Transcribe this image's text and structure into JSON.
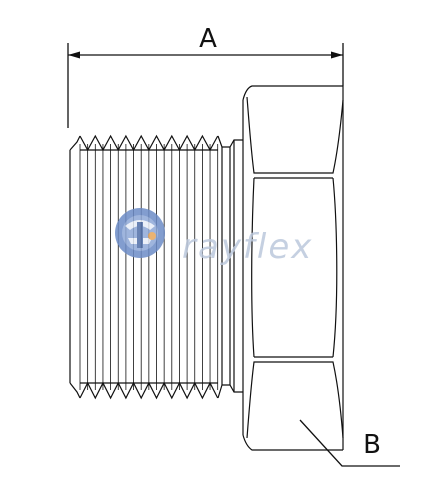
{
  "dimensions": {
    "a_label": "A",
    "b_label": "B"
  },
  "watermark": {
    "brand_text": "rayflex",
    "colors": {
      "mark": "#5a7ab5",
      "text": "#bcc8dc"
    }
  },
  "colors": {
    "line": "#111111",
    "background": "#ffffff"
  }
}
